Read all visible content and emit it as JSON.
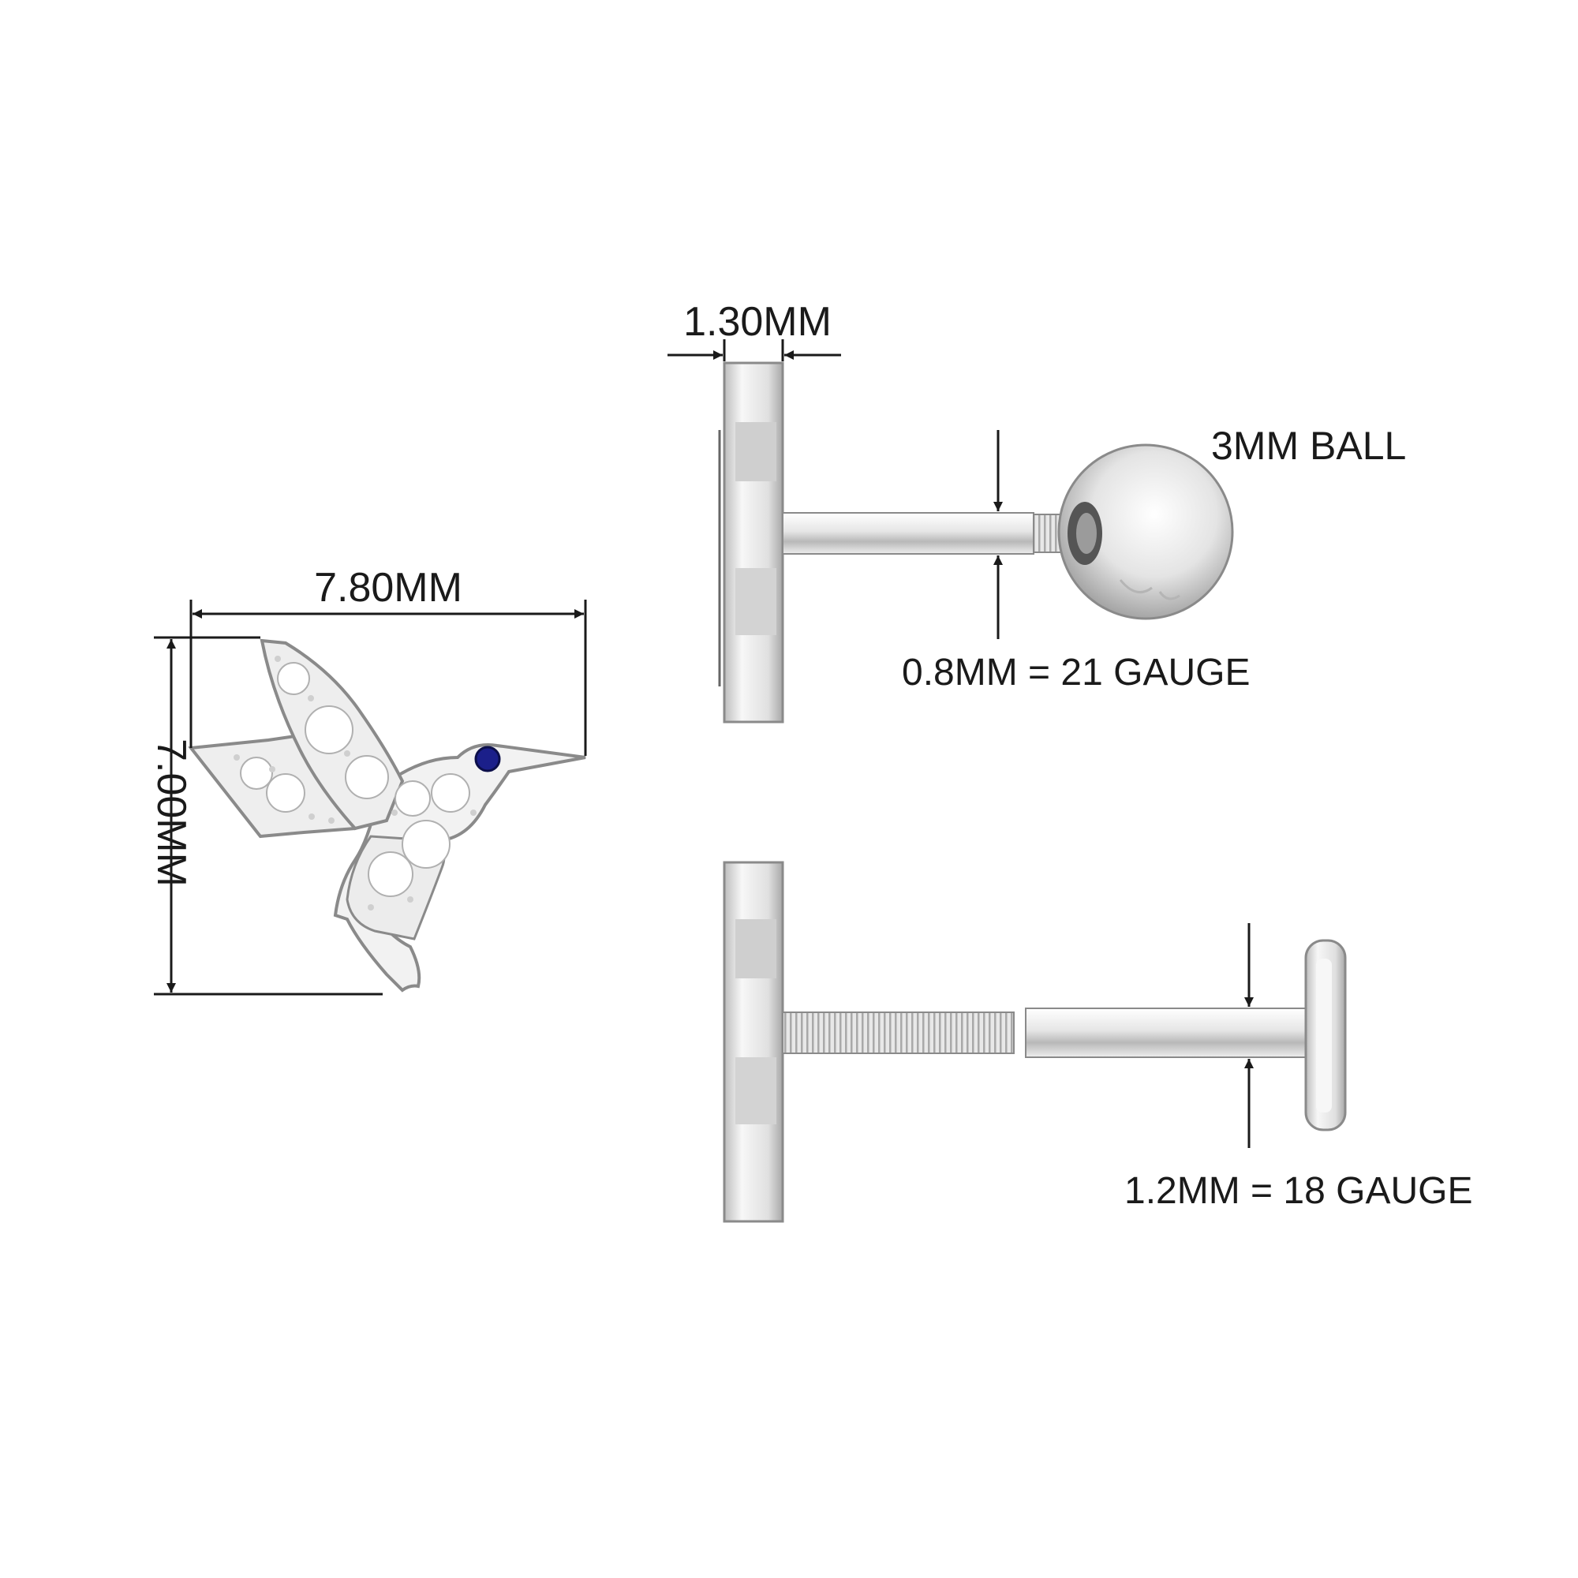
{
  "dimensions": {
    "width_label": "7.80MM",
    "height_label": "7.00MM",
    "thickness_label": "1.30MM",
    "ball_label": "3MM BALL",
    "ball_gauge_label": "0.8MM = 21 GAUGE",
    "flat_gauge_label": "1.2MM = 18 GAUGE"
  },
  "colors": {
    "background": "#ffffff",
    "line": "#1a1a1a",
    "metal_light": "#f4f4f4",
    "metal_mid": "#d9d9d9",
    "metal_dark": "#9a9a9a",
    "eye_stone": "#1b1f8a",
    "diamond": "#ffffff"
  },
  "items": {
    "hummingbird": "hummingbird-stud-front-view",
    "ball_back": "ball-screw-back-side-view",
    "flat_back": "flat-disc-screw-back-side-view"
  }
}
